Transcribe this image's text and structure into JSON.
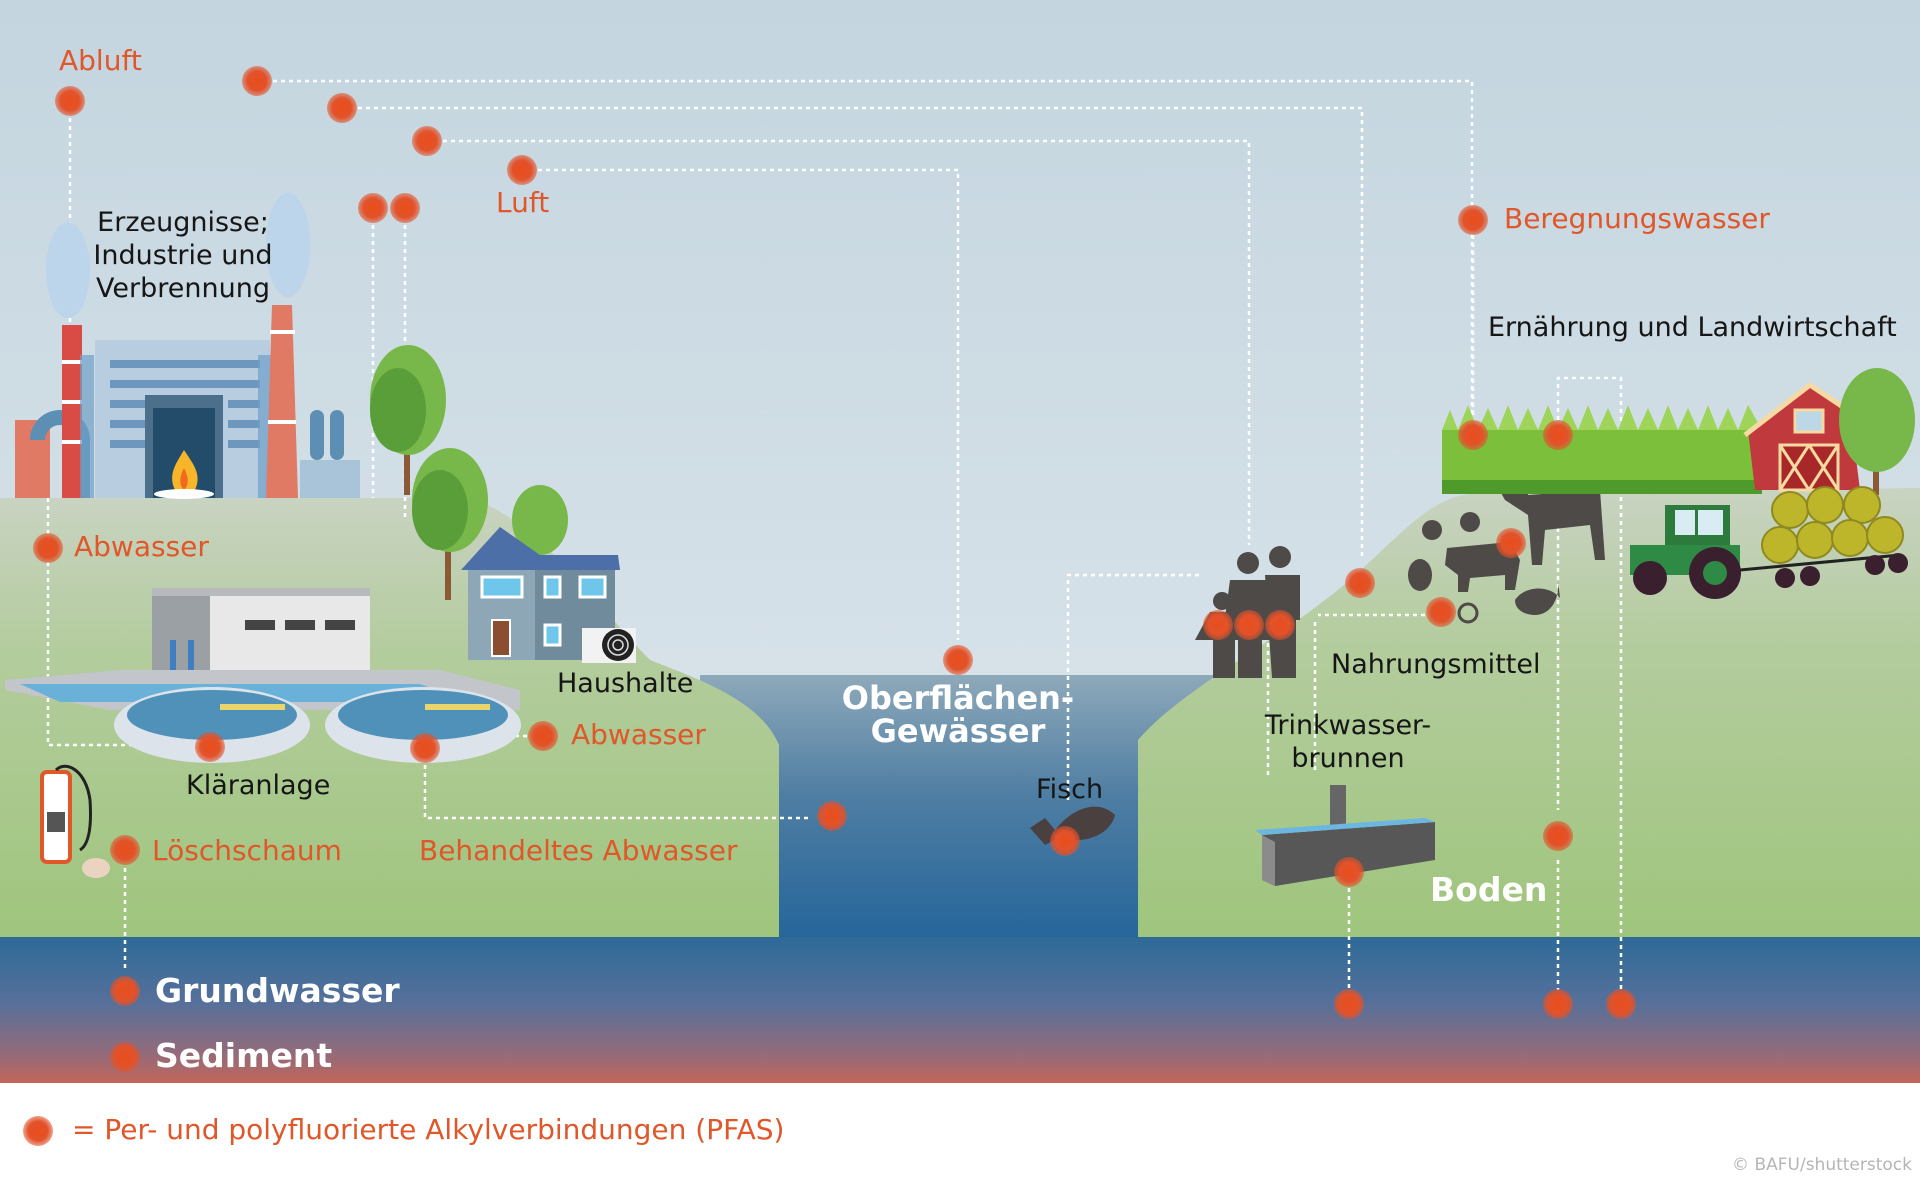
{
  "title": "PFAS-Eintragspfade in die Umwelt",
  "colors": {
    "pfas_dot": "#e2522a",
    "label_orange": "#e0572a",
    "sky": "#dbe6ec",
    "land": "#a4c584",
    "surface_water": "#2f6a99",
    "groundwater": "#2f6a99",
    "sediment": "#c46a5a"
  },
  "labels": {
    "abluft": "Abluft",
    "luft": "Luft",
    "industry_line1": "Erzeugnisse;",
    "industry_line2": "Industrie und",
    "industry_line3": "Verbrennung",
    "beregnungswasser": "Beregnungswasser",
    "ernaehrung": "Ernährung und Landwirtschaft",
    "abwasser_industry": "Abwasser",
    "haushalte": "Haushalte",
    "abwasser_households": "Abwasser",
    "klaeranlage": "Kläranlage",
    "loeschschaum": "Löschschaum",
    "behandeltes_abwasser": "Behandeltes Abwasser",
    "oberflaechen_line1": "Oberflächen-",
    "oberflaechen_line2": "Gewässer",
    "fisch": "Fisch",
    "nahrungsmittel": "Nahrungsmittel",
    "trinkwasser_line1": "Trinkwasser-",
    "trinkwasser_line2": "brunnen",
    "boden": "Boden",
    "grundwasser": "Grundwasser",
    "sediment": "Sediment"
  },
  "legend": {
    "symbol": "pfas-dot",
    "text": "=  Per- und polyfluorierte Alkylverbindungen (PFAS)"
  },
  "copyright": "© BAFU/shutterstock",
  "icons": [
    "factory-icon",
    "chimney-icon",
    "tree-icon",
    "house-icon",
    "heat-pump-icon",
    "treatment-plant-icon",
    "fire-extinguisher-icon",
    "fish-icon",
    "family-icon",
    "cow-icon",
    "pig-icon",
    "chicken-icon",
    "fruit-vegetable-icon",
    "cornfield-icon",
    "barn-icon",
    "tractor-icon",
    "hay-bales-icon",
    "well-trough-icon"
  ]
}
